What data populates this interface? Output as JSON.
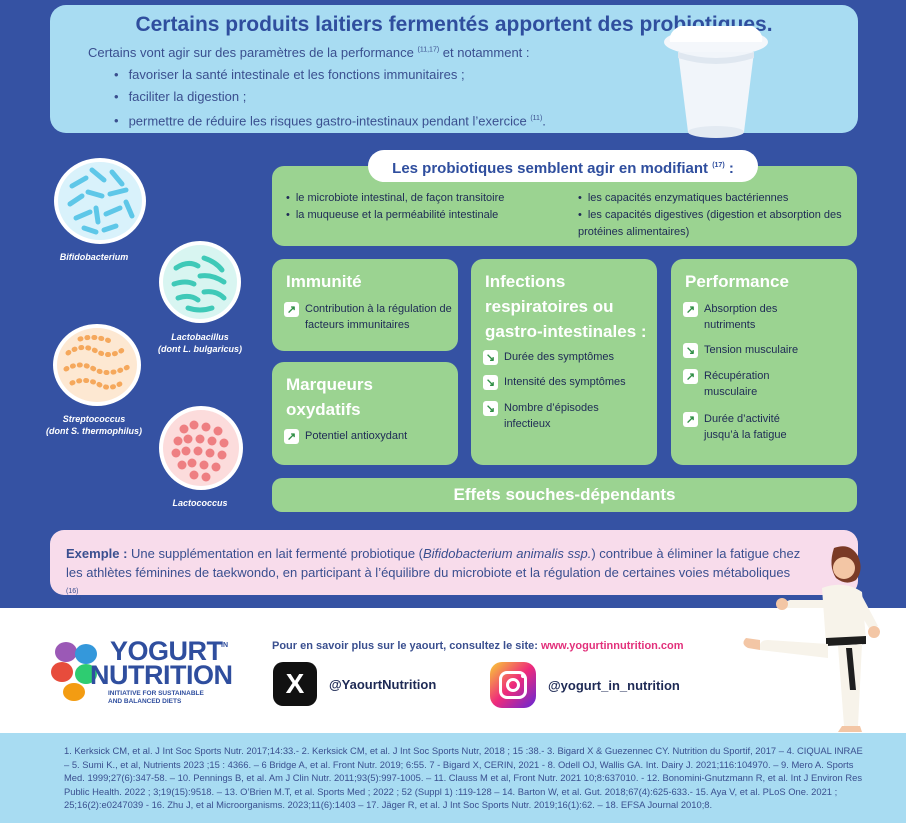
{
  "header": {
    "title": "Certains produits laitiers fermentés apportent des probiotiques.",
    "intro": "Certains vont agir sur des paramètres de la performance",
    "intro_ref": "(11,17)",
    "intro_end": " et notamment :",
    "bullets": [
      "favoriser la santé intestinale et les fonctions immunitaires ;",
      "faciliter la digestion ;",
      "permettre de réduire les risques gastro-intestinaux pendant l’exercice"
    ],
    "bullet3_ref": "(11)",
    "bullet3_end": "."
  },
  "bacteria": [
    {
      "name": "Bifidobacterium",
      "color": "#5ec7e8"
    },
    {
      "name": "Lactobacillus",
      "sub": "(dont L. bulgaricus)",
      "color": "#3fc9b8"
    },
    {
      "name": "Streptococcus",
      "sub": "(dont S. thermophilus)",
      "color": "#f5a85c"
    },
    {
      "name": "Lactococcus",
      "color": "#ee7f82"
    }
  ],
  "modifiers": {
    "title": "Les probiotiques semblent agir en modifiant",
    "title_ref": "(17)",
    "title_end": " :",
    "left": [
      "le microbiote intestinal, de façon transitoire",
      "la muqueuse et la perméabilité intestinale"
    ],
    "right": [
      "les capacités enzymatiques bactériennes",
      "les capacités digestives (digestion et absorption des protéines alimentaires)"
    ]
  },
  "cards": {
    "immunite": {
      "title": "Immunité",
      "items": [
        "Contribution à la régulation de facteurs immunitaires"
      ]
    },
    "marqueurs": {
      "title": "Marqueurs oxydatifs",
      "items": [
        "Potentiel antioxydant"
      ]
    },
    "infections": {
      "title": "Infections respiratoires ou gastro-intestinales :",
      "items": [
        "Durée des symptômes",
        "Intensité des symptômes",
        "Nombre d’épisodes infectieux"
      ]
    },
    "performance": {
      "title": "Performance",
      "items": [
        "Absorption des nutriments",
        "Tension musculaire",
        "Récupération musculaire",
        "Durée d’activité jusqu’à la fatigue"
      ]
    }
  },
  "effets": "Effets souches-dépendants",
  "example": {
    "label": "Exemple :",
    "text_a": " Une supplémentation en lait fermenté probiotique (",
    "species": "Bifidobacterium animalis ssp.",
    "text_b": ") contribue à éliminer la fatigue chez les athlètes féminines de taekwondo, en participant à l’équilibre du microbiote et la régulation de certaines voies métaboliques",
    "ref": "(16)",
    "end": "."
  },
  "logo": {
    "line1": "YOGURT",
    "in": "IN",
    "line2": "NUTRITION",
    "sub1": "INITIATIVE FOR SUSTAINABLE",
    "sub2": "AND BALANCED DIETS"
  },
  "more_info": {
    "text": "Pour en savoir plus sur le yaourt, consultez le site: ",
    "url": "www.yogurtinnutrition.com"
  },
  "social": {
    "x_handle": "@YaourtNutrition",
    "x_glyph": "X",
    "instagram_handle": "@yogurt_in_nutrition"
  },
  "references": "1. Kerksick CM, et al. J Int Soc Sports Nutr. 2017;14:33.- 2. Kerksick CM, et al. J Int Soc Sports Nutr, 2018 ; 15 :38.- 3. Bigard X & Guezennec CY. Nutrition du Sportif, 2017 – 4. CIQUAL INRAE – 5. Sumi K., et al, Nutrients 2023 ;15 : 4366. – 6 Bridge A, et al. Front Nutr. 2019; 6:55. 7 - Bigard X, CERIN, 2021 - 8. Odell OJ, Wallis GA. Int. Dairy J. 2021;116:104970. – 9. Mero A. Sports Med. 1999;27(6):347-58. – 10. Pennings B, et al. Am J Clin Nutr. 2011;93(5):997-1005. – 11. Clauss M et al, Front Nutr. 2021 10;8:637010. - 12. Bonomini-Gnutzmann R, et al. Int J Environ Res Public Health. 2022 ; 3;19(15):9518. – 13. O’Brien M.T, et al. Sports Med ; 2022 ; 52 (Suppl 1) :119-128 – 14. Barton W, et al. Gut. 2018;67(4):625-633.- 15. Aya V, et al. PLoS One. 2021 ; 25;16(2):e0247039 - 16. Zhu J, et al Microorganisms. 2023;11(6):1403 – 17. Jäger R, et al. J Int Soc Sports Nutr. 2019;16(1):62. – 18. EFSA Journal 2010;8."
}
